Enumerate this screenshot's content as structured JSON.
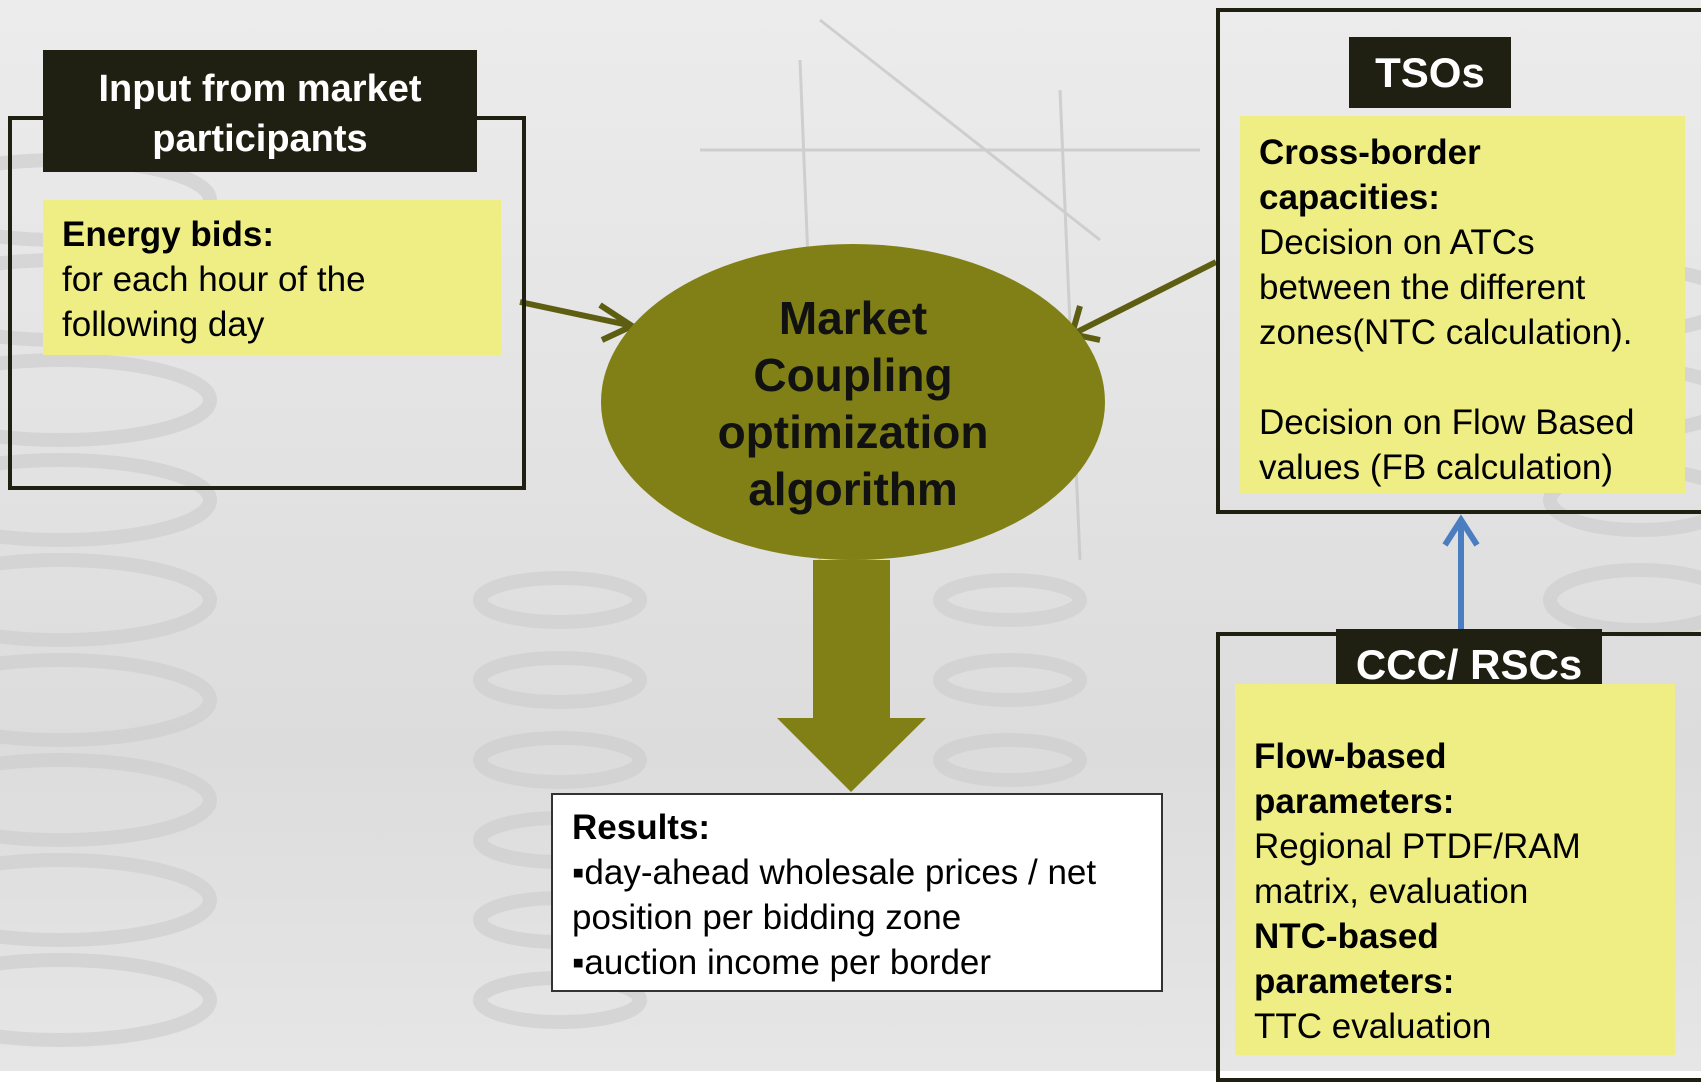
{
  "input_box": {
    "header": [
      "Input from market",
      "participants"
    ],
    "label": "Energy bids:",
    "text": [
      "for each hour of the",
      "following day"
    ]
  },
  "algorithm": {
    "lines": [
      "Market",
      "Coupling",
      "optimization",
      "algorithm"
    ]
  },
  "tsos_box": {
    "header": "TSOs",
    "label": [
      "Cross-border",
      "capacities:"
    ],
    "text": [
      "Decision on ATCs",
      "between the different",
      "zones(NTC calculation)."
    ],
    "text2": [
      "Decision on Flow Based",
      "values (FB calculation)"
    ]
  },
  "ccc_box": {
    "header": "CCC/ RSCs",
    "label1": [
      "Flow-based",
      "parameters:"
    ],
    "text1": [
      "Regional PTDF/RAM",
      "matrix, evaluation"
    ],
    "label2": [
      "NTC-based",
      "parameters:"
    ],
    "text2": [
      "TTC evaluation"
    ]
  },
  "results_box": {
    "label": "Results:",
    "lines": [
      "▪day-ahead wholesale prices / net",
      "position per bidding zone",
      "▪auction income per border"
    ]
  },
  "colors": {
    "olive": "#808016",
    "dark": "#1f1f12",
    "yellow": "#eeee85",
    "blue": "#4a7ec0"
  }
}
